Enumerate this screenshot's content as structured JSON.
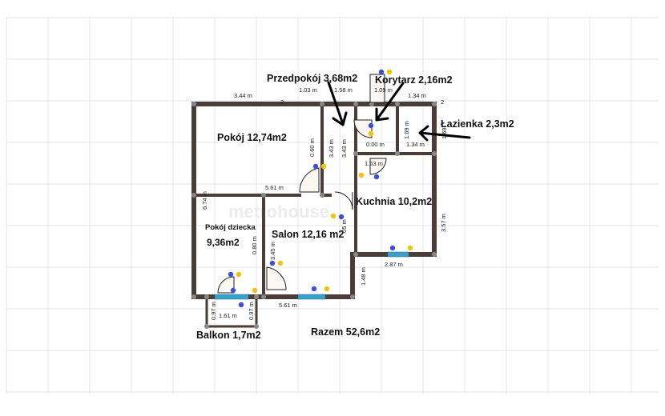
{
  "rooms": {
    "przedpokoj": "Przedpokój 3,68m2",
    "korytarz": "Korytarz 2,16m2",
    "lazienka": "Łazienka 2,3m2",
    "pokoj": "Pokój 12,74m2",
    "kuchnia": "Kuchnia 10,2m2",
    "pokoj_dziecka_1": "Pokój dziecka",
    "pokoj_dziecka_2": "9,36m2",
    "salon": "Salon 12,16 m2",
    "balkon": "Balkon 1,7m2",
    "razem": "Razem 52,6m2"
  },
  "dims": {
    "top_344": "3.44 m",
    "top_103": "1.03 m",
    "top_158": "1.58 m",
    "top_109": "1.09 m",
    "top_134": "1.34 m",
    "mid_561": "5.61 m",
    "bot_561": "5.61 m",
    "kuch_287": "2.87 m",
    "lazienka_134": "1.34 m",
    "kor_153": "1.53 m",
    "kor_000": "0.00 m",
    "balkon_161": "1.61 m",
    "v_674": "6.74 m",
    "v_343a": "3.43 m",
    "v_343b": "3.43 m",
    "v_060": "0.60 m",
    "v_169": "1.69 m",
    "v_357": "3.57 m",
    "v_148": "1.48 m",
    "v_345": "3.45 m",
    "v_080": "0.80 m",
    "v_405": ".05 m",
    "v_097a": "0.97 m",
    "v_097b": "0.97 m",
    "v_169b": "1.69",
    "tick_2a": "2",
    "tick_2b": "2"
  },
  "watermark": "metrohouse",
  "colors": {
    "wall": "#4a3c36",
    "grid": "#e6e6e6",
    "window": "#3aa0c8",
    "switch_blue": "#3b4fd8",
    "socket_yellow": "#f2c20f"
  }
}
